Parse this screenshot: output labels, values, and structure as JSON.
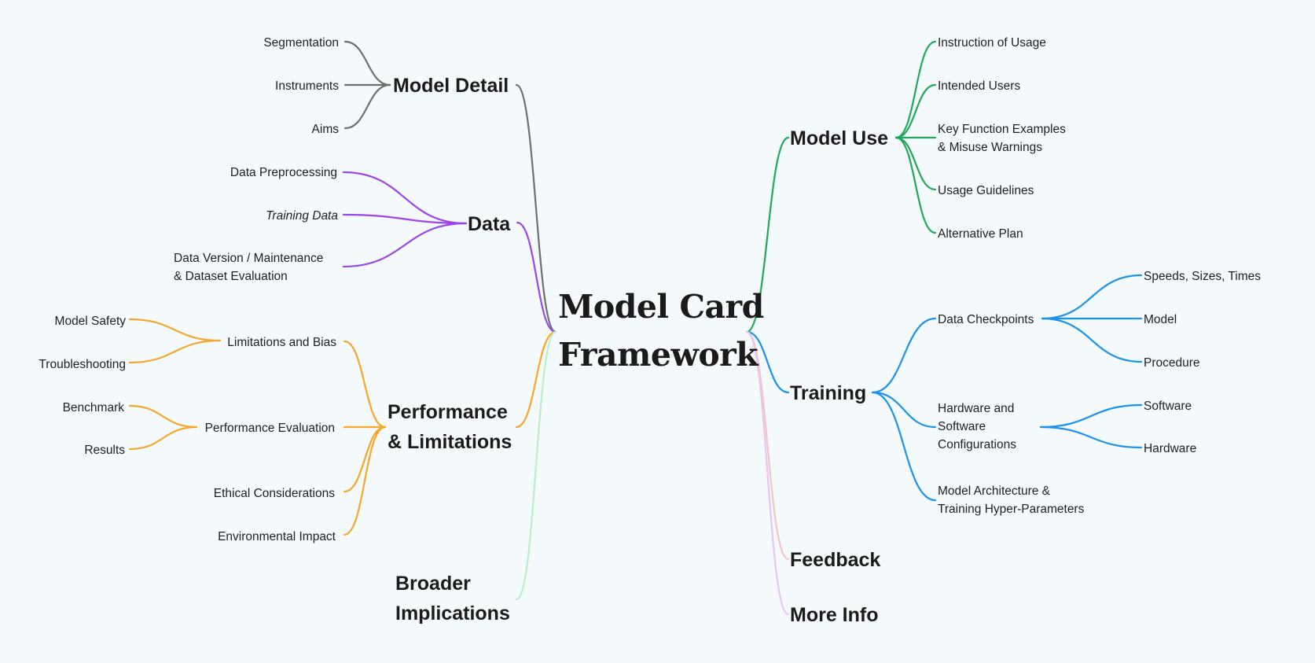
{
  "central": {
    "line1": "Model Card",
    "line2": "Framework"
  },
  "colors": {
    "model_detail": "#6f6f6f",
    "data": "#9a46ec",
    "performance": "#f6a628",
    "broader": "#b9efc8",
    "model_use": "#22a75a",
    "training": "#1c93ea",
    "feedback": "#f8c3c6",
    "more_info": "#e6c6f2"
  },
  "branches": {
    "model_detail": {
      "label": "Model Detail",
      "children": [
        "Segmentation",
        "Instruments",
        "Aims"
      ]
    },
    "data": {
      "label": "Data",
      "children": [
        "Data Preprocessing",
        "Training Data",
        "Data Version / Maintenance\n& Dataset Evaluation"
      ]
    },
    "performance": {
      "label": "Performance\n& Limitations",
      "limitations": {
        "label": "Limitations and Bias",
        "children": [
          "Model Safety",
          "Troubleshooting"
        ]
      },
      "evaluation": {
        "label": "Performance Evaluation",
        "children": [
          "Benchmark",
          "Results"
        ]
      },
      "ethical": "Ethical Considerations",
      "environmental": "Environmental Impact"
    },
    "broader": {
      "label": "Broader\nImplications"
    },
    "model_use": {
      "label": "Model Use",
      "children": [
        "Instruction of Usage",
        "Intended Users",
        "Key Function Examples\n& Misuse Warnings",
        "Usage Guidelines",
        "Alternative Plan"
      ]
    },
    "training": {
      "label": "Training",
      "checkpoints": {
        "label": "Data Checkpoints",
        "children": [
          "Speeds, Sizes, Times",
          "Model",
          "Procedure"
        ]
      },
      "configs": {
        "label": "Hardware and\nSoftware\nConfigurations",
        "children": [
          "Software",
          "Hardware"
        ]
      },
      "architecture": "Model Architecture &\nTraining Hyper-Parameters"
    },
    "feedback": {
      "label": "Feedback"
    },
    "more_info": {
      "label": "More Info"
    }
  }
}
